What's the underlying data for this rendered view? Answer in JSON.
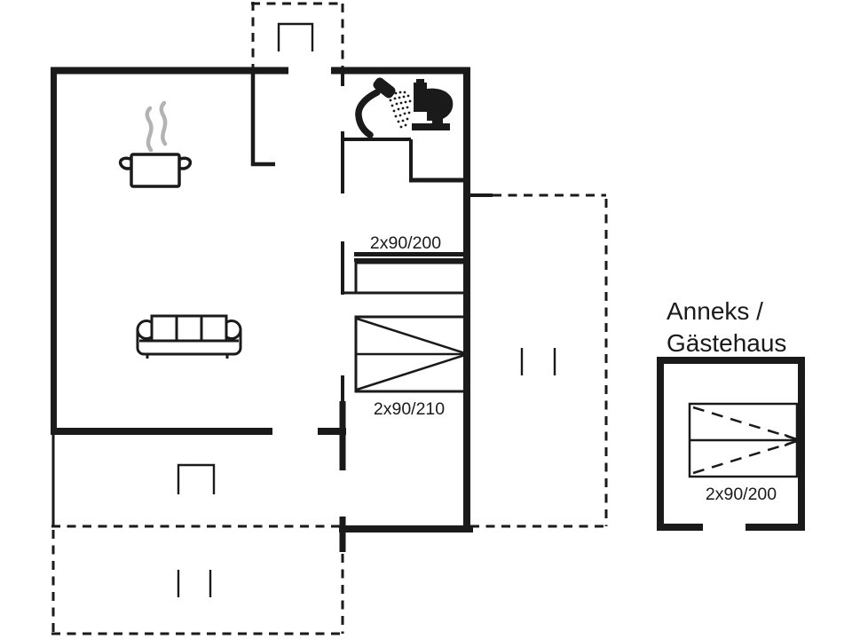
{
  "palette": {
    "ink": "#1a1a1a",
    "steam_gray": "#b3b3b3",
    "background": "#ffffff"
  },
  "main_house": {
    "bedroom_top": {
      "bed_label": "2x90/200"
    },
    "bedroom_bottom": {
      "bed_label": "2x90/210"
    },
    "icons": {
      "kitchen": "cooking-pot-steam-icon",
      "living_room": "sofa-icon",
      "bathroom": [
        "shower-icon",
        "toilet-icon"
      ],
      "doors": [
        "door-opening-symbol",
        "terrace-step-marks"
      ]
    }
  },
  "annex": {
    "title_line1": "Anneks /",
    "title_line2": "Gästehaus",
    "bed_label": "2x90/200"
  }
}
